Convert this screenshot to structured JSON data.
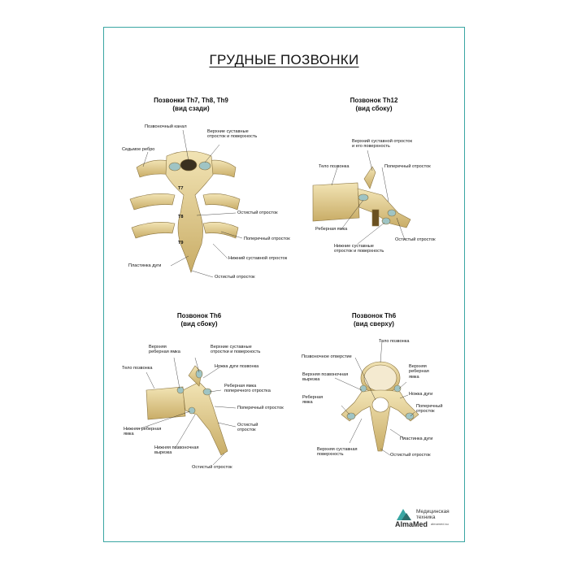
{
  "title": "ГРУДНЫЕ ПОЗВОНКИ",
  "panels": [
    {
      "title": "Позвонки Th7, Th8, Th9",
      "subtitle": "(вид сзади)",
      "labels": [
        "Позвоночный канал",
        "Верхние суставные\nотросток и поверхность",
        "Седьмое ребро",
        "T7",
        "T8",
        "T9",
        "Остистый отросток",
        "Поперечный отросток",
        "Нижний суставной отросток",
        "Пластинка дуги",
        "Остистый отросток"
      ]
    },
    {
      "title": "Позвонок Th12",
      "subtitle": "(вид сбоку)",
      "labels": [
        "Верхний суставной отросток\nи его поверхность",
        "Тело позвонка",
        "Поперечный отросток",
        "Реберная ямка",
        "Нижние суставные\nотросток и поверхность",
        "Остистый отросток"
      ]
    },
    {
      "title": "Позвонок Th6",
      "subtitle": "(вид сбоку)",
      "labels": [
        "Верхняя\nреберная ямка",
        "Верхние суставные\nотростки и поверхность",
        "Тело позвонка",
        "Ножка дуги позвонка",
        "Реберная ямка\nпоперечного отростка",
        "Поперечный отросток",
        "Нижняя реберная\nямка",
        "Остистый\nотросток",
        "Нижняя позвоночная\nвырезка",
        "Остистый отросток"
      ]
    },
    {
      "title": "Позвонок Th6",
      "subtitle": "(вид сверху)",
      "labels": [
        "Тело позвонка",
        "Позвоночное отверстие",
        "Верхняя позвоночная\nвырезка",
        "Верхняя\nреберная\nямка",
        "Ножка дуги",
        "Реберная\nямка",
        "Поперечный\nотросток",
        "Пластинка дуги",
        "Верхняя суставная\nповерхность",
        "Остистый отросток"
      ]
    }
  ],
  "logo": {
    "name": "AlmaMed",
    "subtitle": "Медицинская\nтехника",
    "url": "almamed.su"
  },
  "colors": {
    "border": "#3aa6a3",
    "bone": "#e6d39a",
    "cartilage": "#9fc4c4"
  }
}
